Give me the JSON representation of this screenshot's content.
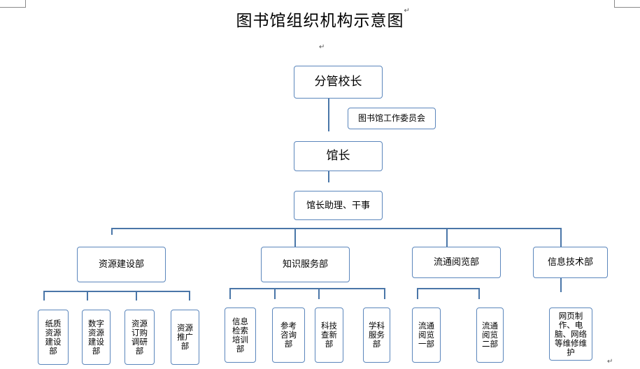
{
  "title": "图书馆组织机构示意图",
  "paragraph_mark": "↵",
  "nodes": {
    "vice_principal": "分管校长",
    "committee": "图书馆工作委员会",
    "director": "馆长",
    "assistant": "馆长助理、干事",
    "dept_resources": "资源建设部",
    "dept_knowledge": "知识服务部",
    "dept_circulation": "流通阅览部",
    "dept_it": "信息技术部",
    "sub_paper": "纸质资源建设部",
    "sub_digital": "数字资源建设部",
    "sub_purchase": "资源订购调研部",
    "sub_promotion": "资源推广部",
    "sub_info_training": "信息检索培训部",
    "sub_reference": "参考咨询部",
    "sub_novelty": "科技查新部",
    "sub_subject": "学科服务部",
    "sub_circ1": "流通阅览一部",
    "sub_circ2": "流通阅览二部",
    "sub_web": "网页制作、电脑、网络等维修维护"
  }
}
